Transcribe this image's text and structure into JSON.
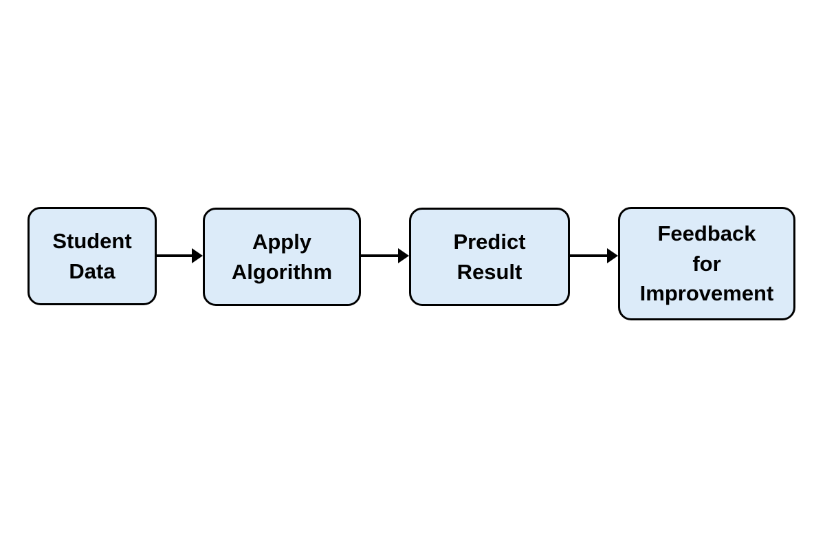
{
  "diagram": {
    "type": "flowchart",
    "direction": "left-to-right",
    "nodes": [
      {
        "id": "student-data",
        "label": "Student\nData"
      },
      {
        "id": "apply-algorithm",
        "label": "Apply\nAlgorithm"
      },
      {
        "id": "predict-result",
        "label": "Predict\nResult"
      },
      {
        "id": "feedback-for-improvement",
        "label": "Feedback\nfor\nImprovement"
      }
    ],
    "connections": [
      {
        "from": "student-data",
        "to": "apply-algorithm"
      },
      {
        "from": "apply-algorithm",
        "to": "predict-result"
      },
      {
        "from": "predict-result",
        "to": "feedback-for-improvement"
      }
    ]
  },
  "theme": {
    "background": "#FFFFFF",
    "node_fill": "#DCEBF9",
    "node_border": "#000000",
    "arrow_color": "#000000",
    "text_color": "#000000"
  }
}
